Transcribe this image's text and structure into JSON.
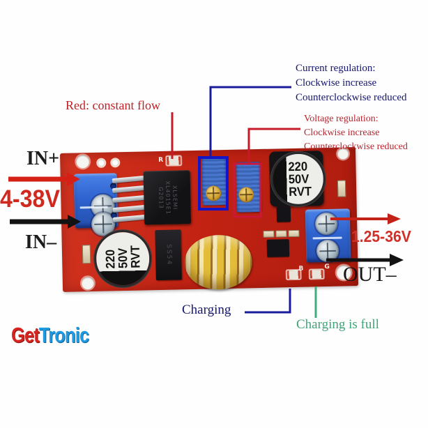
{
  "colors": {
    "board_red": "#c32313",
    "terminal_blue": "#2f63cf",
    "inductor_yellow": "#e3bd3a",
    "annotation_blue": "#16166e",
    "annotation_red": "#c02025",
    "annotation_green": "#3fa578",
    "arrow_black": "#111111",
    "logo_red": "#d8231f",
    "logo_blue": "#1f9ae0"
  },
  "annotations": {
    "current_regulation": {
      "lines": [
        "Current regulation:",
        "Clockwise increase",
        "Counterclockwise reduced"
      ]
    },
    "voltage_regulation": {
      "lines": [
        "Voltage regulation:",
        "Clockwise increase",
        "Counterclockwise reduced"
      ]
    },
    "constant_flow": "Red: constant flow",
    "charging": "Charging",
    "charging_full": "Charging is full"
  },
  "io": {
    "in_plus": "IN+",
    "in_range": "4-38V",
    "in_minus": "IN–",
    "out_range": "1.25-36V",
    "out_minus": "OUT–"
  },
  "board": {
    "ic_lines": [
      "XLSEMI",
      "XL4015E1",
      "G2013"
    ],
    "cap_top_lines": [
      "220",
      "50V",
      "RVT"
    ],
    "cap_bottom_lines": [
      "220",
      "50V",
      "RVT"
    ],
    "diode_label": "SS54",
    "led_r_label": "R",
    "led_b_label": "B",
    "led_g_label": "G"
  },
  "logo": {
    "part1": "Get",
    "part2": "Tronic"
  }
}
